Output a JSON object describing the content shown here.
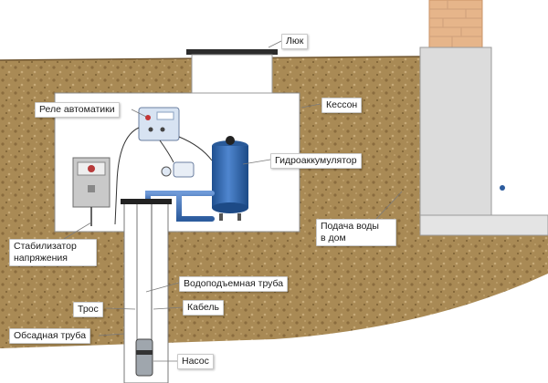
{
  "labels": {
    "hatch": "Люк",
    "caisson": "Кессон",
    "relay": "Реле автоматики",
    "accumulator": "Гидроаккумулятор",
    "stabilizer_line1": "Стабилизатор",
    "stabilizer_line2": "напряжения",
    "supply_line1": "Подача воды",
    "supply_line2": "в дом",
    "riser_pipe": "Водоподъемная труба",
    "rope": "Трос",
    "cable": "Кабель",
    "casing_pipe": "Обсадная труба",
    "pump": "Насос"
  },
  "colors": {
    "soil": "#a88752",
    "soil_dark": "#7d6036",
    "pipe_blue": "#3f6fb8",
    "tank_blue": "#2f63a6",
    "brick": "#e8b98f",
    "foundation": "#d9d9d9"
  },
  "icons": {
    "soil": "soil-texture",
    "brick_wall": "brick-wall-icon",
    "tank": "pressure-tank-icon",
    "pump": "pump-icon",
    "relay": "relay-box-icon",
    "stabilizer": "stabilizer-box-icon"
  }
}
